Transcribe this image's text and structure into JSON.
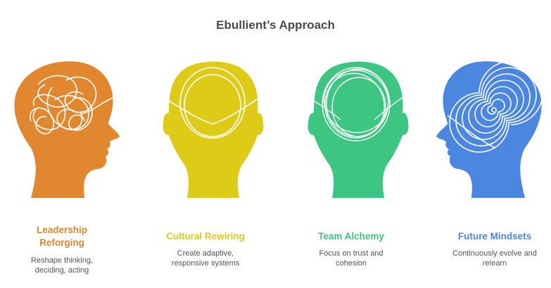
{
  "title": "Ebullient’s Approach",
  "colors": {
    "orange": "#E0872F",
    "yellow": "#DDCB17",
    "green": "#3DC582",
    "blue": "#4B86E0",
    "title": "#4a4a4a",
    "text": "#555555"
  },
  "items": [
    {
      "id": "leadership-reforging",
      "label_line1": "Leadership",
      "label_line2": "Reforging",
      "desc_line1": "Reshape thinking,",
      "desc_line2": "deciding, acting",
      "color": "#E0872F",
      "icon": "head-side-tangled-scribble-icon"
    },
    {
      "id": "cultural-rewiring",
      "label_line1": "Cultural Rewiring",
      "desc_line1": "Create adaptive,",
      "desc_line2": "responsive systems",
      "color": "#DDCB17",
      "icon": "head-back-double-loop-icon"
    },
    {
      "id": "team-alchemy",
      "label_line1": "Team Alchemy",
      "desc_line1": "Focus on trust and",
      "desc_line2": "cohesion",
      "color": "#3DC582",
      "icon": "head-back-multi-loop-icon"
    },
    {
      "id": "future-mindsets",
      "label_line1": "Future Mindsets",
      "desc_line1": "Continuously evolve and",
      "desc_line2": "relearn",
      "color": "#4B86E0",
      "icon": "head-side-spiral-icon"
    }
  ]
}
